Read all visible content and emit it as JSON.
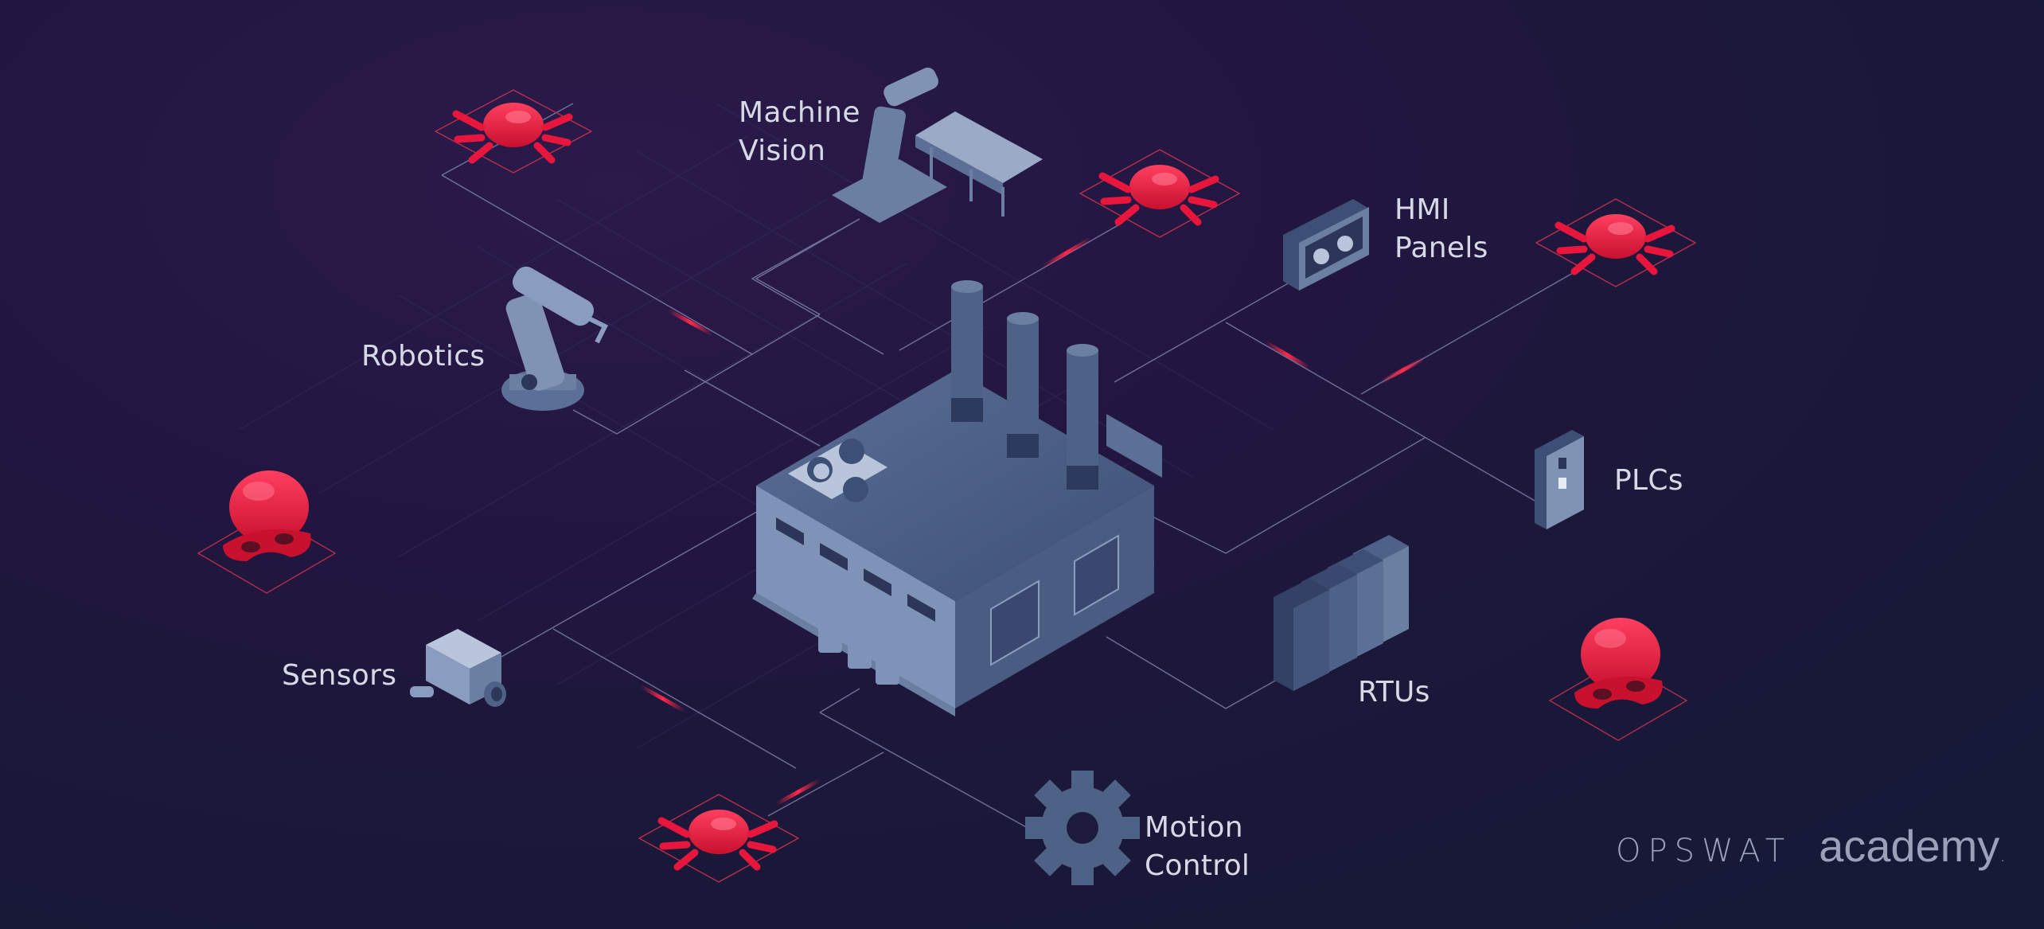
{
  "labels": {
    "machine_vision": [
      "Machine",
      "Vision"
    ],
    "hmi_panels": [
      "HMI",
      "Panels"
    ],
    "robotics": "Robotics",
    "plcs": "PLCs",
    "sensors": "Sensors",
    "rtus": "RTUs",
    "motion_control": [
      "Motion",
      "Control"
    ]
  },
  "brand": {
    "name": "OPSWAT",
    "product": "academy",
    "mark": "."
  },
  "colors": {
    "background": "#1d173c",
    "grid_line": "#5a5f8a",
    "threat_red": "#e8163c",
    "machine_blue": "#4e6288",
    "label_text": "#d7d9e6",
    "brand_text": "#9aa1b8"
  },
  "icons": {
    "center": "factory-icon",
    "devices": [
      "robot-arm-conveyor-icon",
      "robot-arm-icon",
      "hmi-panel-icon",
      "plc-icon",
      "camera-sensor-icon",
      "rtu-rack-icon",
      "gear-icon"
    ],
    "threats": [
      "bug-icon",
      "hacker-mask-icon"
    ]
  }
}
